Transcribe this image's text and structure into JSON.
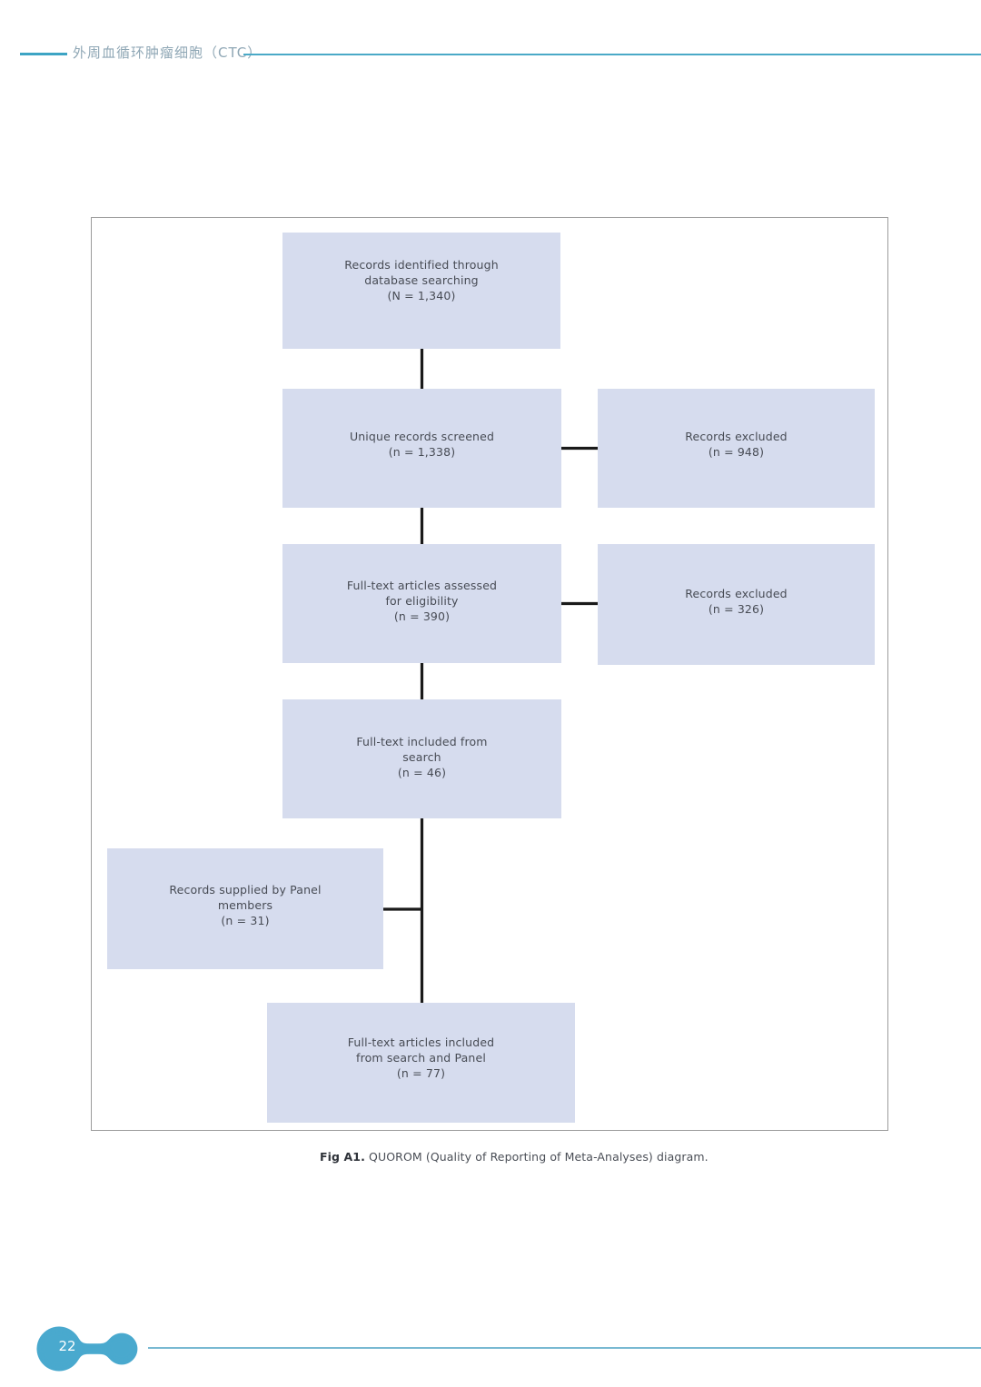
{
  "header": {
    "title": "外周血循环肿瘤细胞（CTC）",
    "rule_color": "#3da4c4",
    "title_color": "#8fa7b5"
  },
  "figure": {
    "frame_border_color": "#9b9b9b",
    "node_fill_color": "#d6dcee",
    "connector_color": "#1a1a1a",
    "caption_prefix": "Fig A1.",
    "caption_text": " QUOROM (Quality of Reporting of Meta-Analyses) diagram."
  },
  "chart_data": {
    "type": "diagram",
    "title": "QUOROM (Quality of Reporting of Meta-Analyses) diagram",
    "nodes": [
      {
        "id": "identified",
        "label": "Records identified through\ndatabase searching\n(N = 1,340)",
        "count": 1340,
        "count_label": "N = 1,340"
      },
      {
        "id": "screened",
        "label": "Unique records screened\n(n = 1,338)",
        "count": 1338,
        "count_label": "n = 1,338"
      },
      {
        "id": "excluded-1",
        "label": "Records excluded\n(n = 948)",
        "count": 948,
        "count_label": "n = 948"
      },
      {
        "id": "eligibility",
        "label": "Full-text articles assessed\nfor eligibility\n(n = 390)",
        "count": 390,
        "count_label": "n = 390"
      },
      {
        "id": "excluded-2",
        "label": "Records excluded\n(n = 326)",
        "count": 326,
        "count_label": "n = 326"
      },
      {
        "id": "included",
        "label": "Full-text included from\nsearch\n(n = 46)",
        "count": 46,
        "count_label": "n = 46"
      },
      {
        "id": "panel",
        "label": "Records supplied by Panel\nmembers\n(n = 31)",
        "count": 31,
        "count_label": "n = 31"
      },
      {
        "id": "final",
        "label": "Full-text articles included\nfrom search and Panel\n(n = 77)",
        "count": 77,
        "count_label": "n = 77"
      }
    ],
    "edges": [
      {
        "from": "identified",
        "to": "screened"
      },
      {
        "from": "screened",
        "to": "excluded-1"
      },
      {
        "from": "screened",
        "to": "eligibility"
      },
      {
        "from": "eligibility",
        "to": "excluded-2"
      },
      {
        "from": "eligibility",
        "to": "included"
      },
      {
        "from": "included",
        "to": "final"
      },
      {
        "from": "panel",
        "to": "final"
      }
    ]
  },
  "footer": {
    "page_number": "22",
    "blob_color": "#4aa9ce",
    "rule_color": "#79b9d2"
  }
}
